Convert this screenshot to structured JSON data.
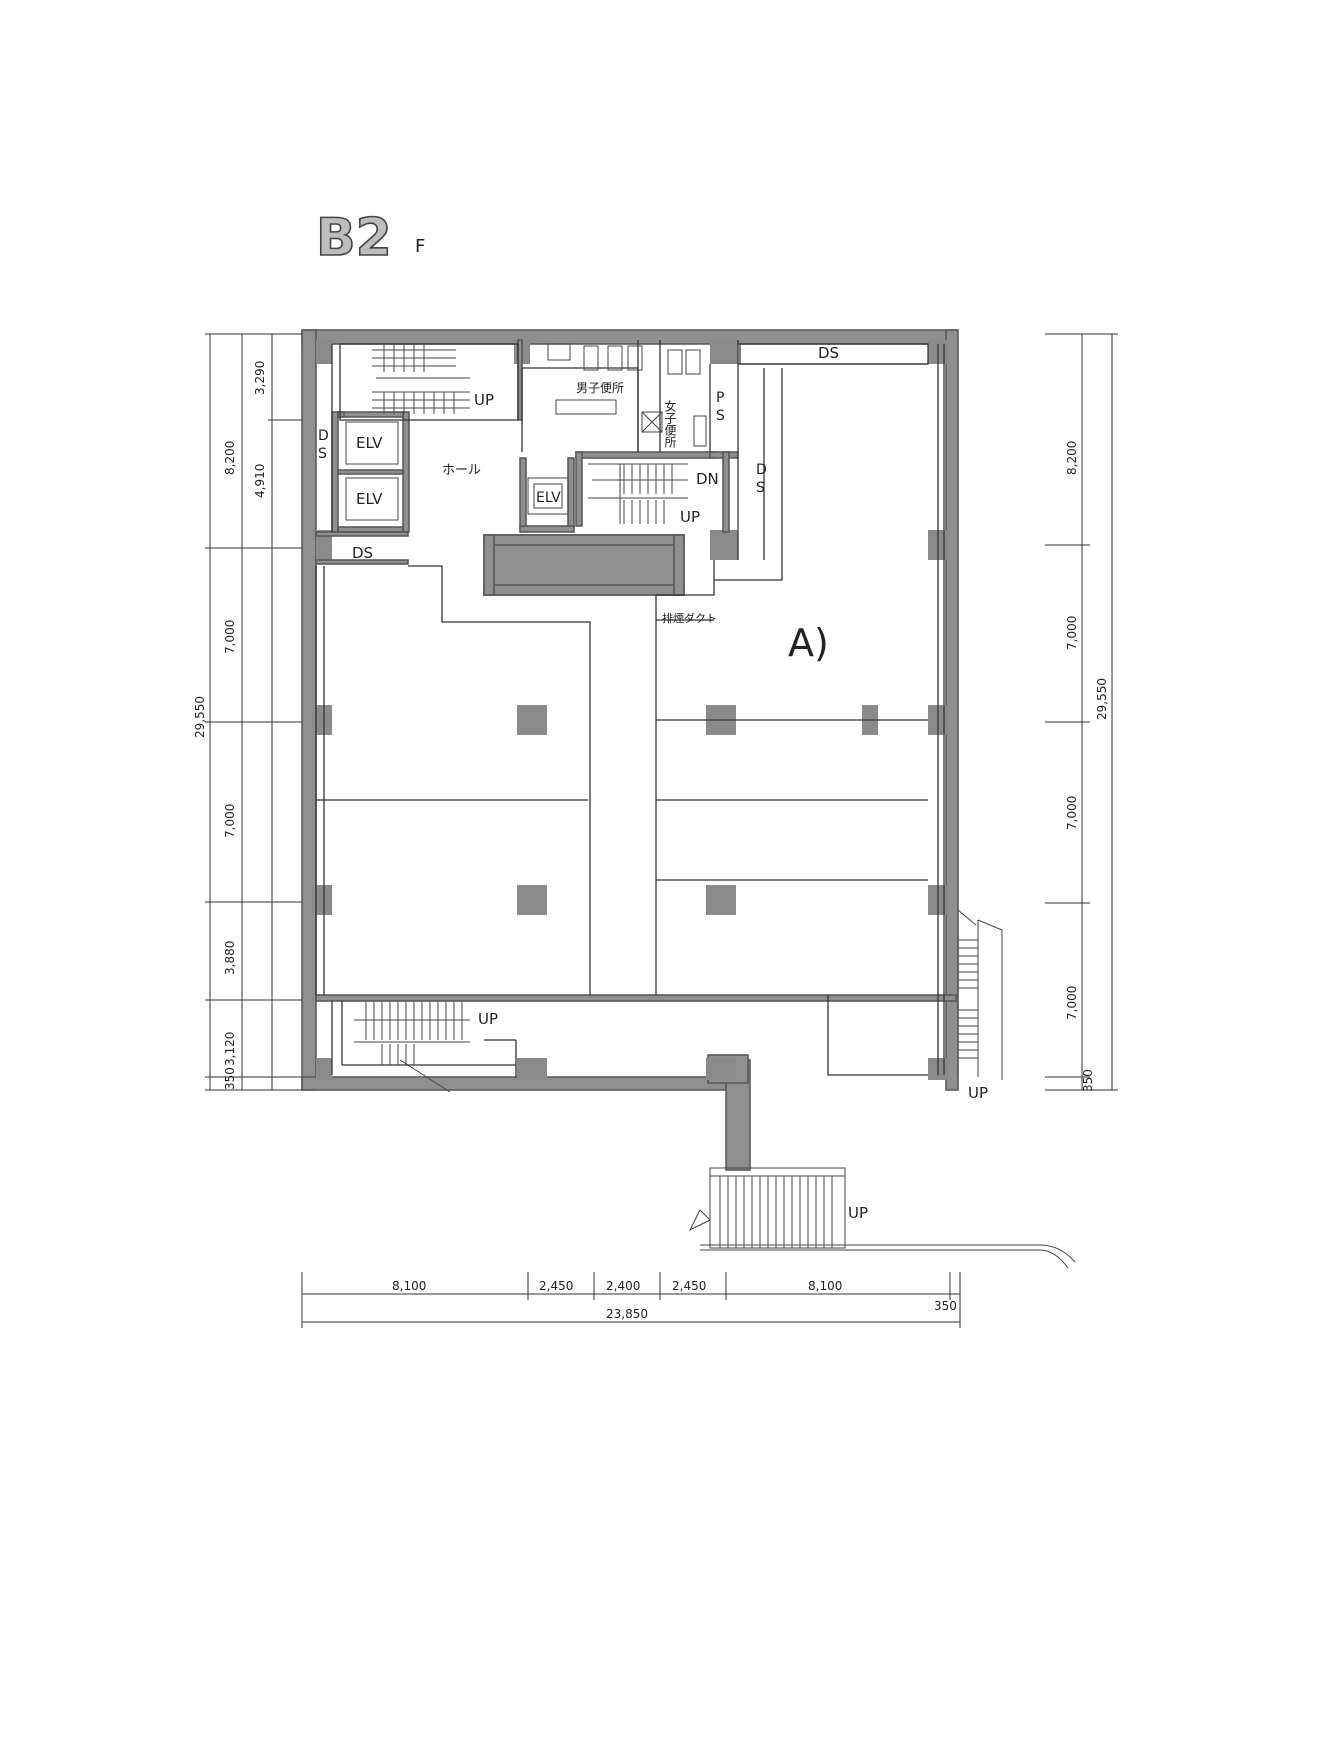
{
  "floor": {
    "level": "B2",
    "suffix": "F"
  },
  "rooms": {
    "ds_top": "DS",
    "ds_left_1": "D",
    "ds_left_2": "S",
    "ds_lower": "DS",
    "ds_right_1": "D",
    "ds_right_2": "S",
    "ps_1": "P",
    "ps_2": "S",
    "elv_1": "ELV",
    "elv_2": "ELV",
    "elv_3": "ELV",
    "hall": "ホール",
    "mens_toilet": "男子便所",
    "womens_toilet": "女子便所",
    "shaft": "排煙ダクト",
    "area_a": "A)"
  },
  "stairs": {
    "top_left_up": "UP",
    "mid_dn": "DN",
    "mid_up": "UP",
    "bottom_left_up": "UP",
    "right_up": "UP",
    "outside_up": "UP"
  },
  "dims_left": [
    "3,290",
    "8,200",
    "4,910",
    "7,000",
    "29,550",
    "7,000",
    "3,880",
    "3,120",
    "350"
  ],
  "dims_right": [
    "8,200",
    "7,000",
    "29,550",
    "7,000",
    "7,000",
    "350"
  ],
  "dims_bottom": [
    "8,100",
    "2,450",
    "2,400",
    "2,450",
    "8,100",
    "350",
    "23,850"
  ]
}
